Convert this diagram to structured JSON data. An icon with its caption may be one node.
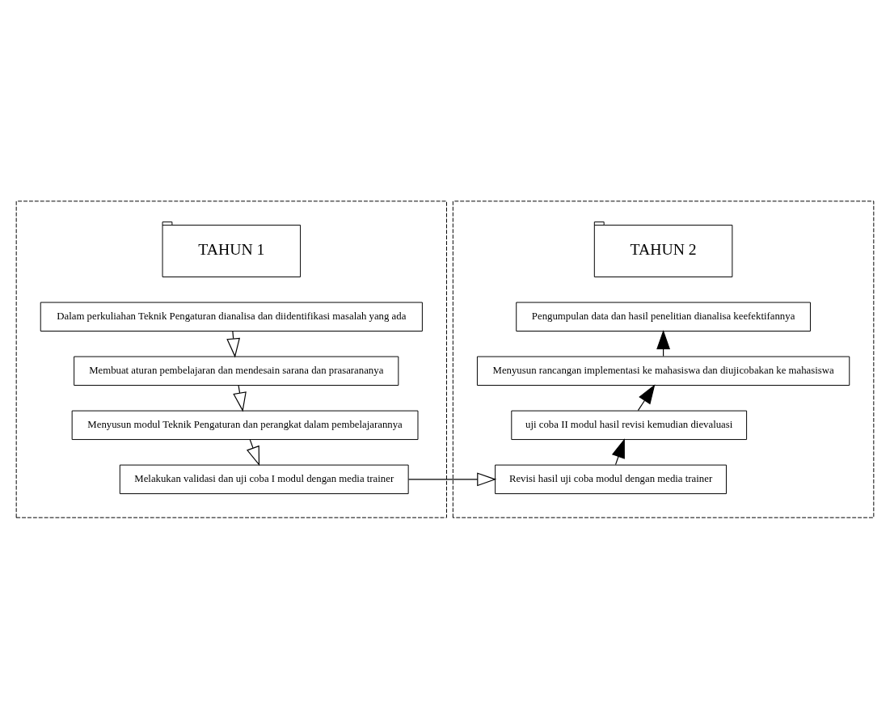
{
  "diagram": {
    "nodes": [
      {
        "text": [],
        "shape": "box"
      },
      {
        "text": [
          "TAHUN 1"
        ],
        "in": 0
      },
      {
        "text": [
          "Dalam perkuliahan Teknik Pengaturan dianalisa dan diidentifikasi masalah yang ada"
        ],
        "in": 0
      },
      {
        "text": [
          "Membuat aturan pembelajaran dan mendesain sarana dan prasarananya"
        ],
        "in": 0
      },
      {
        "text": [
          "Menyusun modul Teknik Pengaturan dan perangkat dalam pembelajarannya"
        ],
        "in": 0
      },
      {
        "text": [
          "Melakukan validasi dan uji coba I modul dengan media trainer"
        ],
        "in": 0
      },
      {
        "text": [],
        "shape": "box"
      },
      {
        "text": [
          "TAHUN 2"
        ],
        "in": 6
      },
      {
        "text": [
          "Pengumpulan data dan hasil penelitian dianalisa keefektifannya"
        ],
        "in": 6
      },
      {
        "text": [
          "Menyusun rancangan implementasi ke mahasiswa dan diujicobakan ke mahasiswa"
        ],
        "in": 6
      },
      {
        "text": [
          "uji coba II modul hasil revisi kemudian dievaluasi"
        ],
        "in": 6
      },
      {
        "text": [
          "Revisi hasil uji coba modul dengan media trainer"
        ],
        "in": 6
      }
    ],
    "edges": [
      {
        "from": 2,
        "to": 3,
        "arrow": "to"
      },
      {
        "from": 3,
        "to": 4,
        "arrow": "to"
      },
      {
        "from": 4,
        "to": 5,
        "arrow": "to"
      },
      {
        "from": 5,
        "to": 11,
        "arrow": "to"
      },
      {
        "from": 11,
        "to": 10,
        "arrow": "to"
      },
      {
        "from": 10,
        "to": 9,
        "arrow": "to"
      },
      {
        "from": 9,
        "to": 8,
        "arrow": "to"
      }
    ]
  }
}
